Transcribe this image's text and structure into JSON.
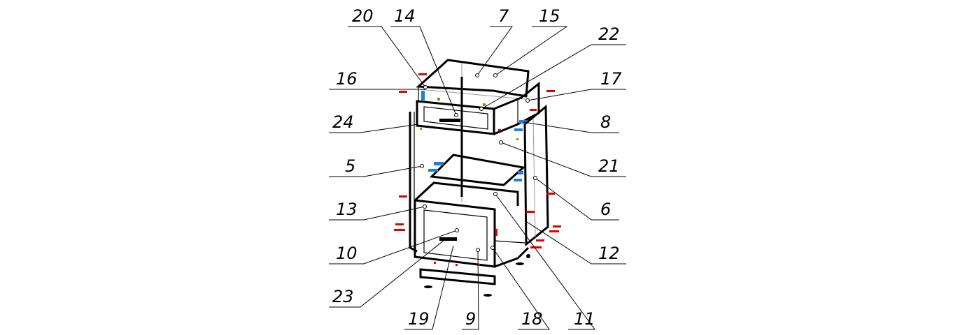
{
  "diagram": {
    "callouts": [
      {
        "id": "20",
        "label": "20"
      },
      {
        "id": "14",
        "label": "14"
      },
      {
        "id": "7",
        "label": "7"
      },
      {
        "id": "15",
        "label": "15"
      },
      {
        "id": "22",
        "label": "22"
      },
      {
        "id": "16",
        "label": "16"
      },
      {
        "id": "17",
        "label": "17"
      },
      {
        "id": "24",
        "label": "24"
      },
      {
        "id": "8",
        "label": "8"
      },
      {
        "id": "5",
        "label": "5"
      },
      {
        "id": "21",
        "label": "21"
      },
      {
        "id": "13",
        "label": "13"
      },
      {
        "id": "6",
        "label": "6"
      },
      {
        "id": "10",
        "label": "10"
      },
      {
        "id": "12",
        "label": "12"
      },
      {
        "id": "23",
        "label": "23"
      },
      {
        "id": "19",
        "label": "19"
      },
      {
        "id": "9",
        "label": "9"
      },
      {
        "id": "18",
        "label": "18"
      },
      {
        "id": "11",
        "label": "11"
      }
    ],
    "colors": {
      "fastener_red": "#e00000",
      "fastener_blue": "#1a7fe0",
      "mark_olive": "#8a8a20"
    }
  }
}
